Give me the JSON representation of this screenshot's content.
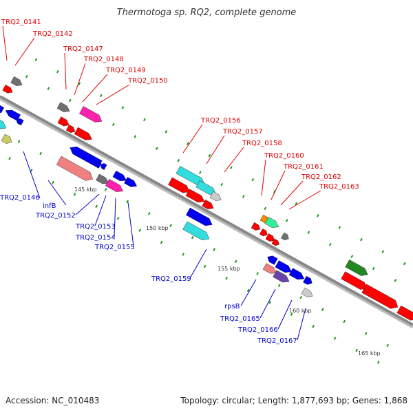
{
  "title": "Thermotoga sp. RQ2, complete genome",
  "footer": {
    "accession": "Accession: NC_010483",
    "summary": "Topology: circular; Length: 1,877,693 bp; Genes: 1,868"
  },
  "scale_labels": [
    "145 kbp",
    "150 kbp",
    "155 kbp",
    "160 kbp",
    "165 kbp"
  ],
  "top_labels": [
    "TRQ2_0141",
    "TRQ2_0142",
    "TRQ2_0147",
    "TRQ2_0148",
    "TRQ2_0149",
    "TRQ2_0150",
    "TRQ2_0156",
    "TRQ2_0157",
    "TRQ2_0158",
    "TRQ2_0160",
    "TRQ2_0161",
    "TRQ2_0162",
    "TRQ2_0163"
  ],
  "bottom_labels": [
    "TRQ2_0146",
    "infB",
    "TRQ2_0152",
    "TRQ2_0153",
    "TRQ2_0154",
    "TRQ2_0155",
    "TRQ2_0159",
    "rpsB",
    "TRQ2_0165",
    "TRQ2_0166",
    "TRQ2_0167"
  ],
  "colors": {
    "forward_label": "#e00000",
    "reverse_label": "#0000cc",
    "backbone": "#888888",
    "red": "#ff0000",
    "blue": "#0000ee",
    "cyan": "#33dddd",
    "pink": "#f08080",
    "magenta": "#ff22aa",
    "gray": "#707070",
    "green": "#228822",
    "orange": "#ff8800",
    "mint": "#33ee99",
    "olive": "#cccc66",
    "purple": "#6644aa",
    "silver": "#cccccc",
    "tick": "#119911"
  }
}
